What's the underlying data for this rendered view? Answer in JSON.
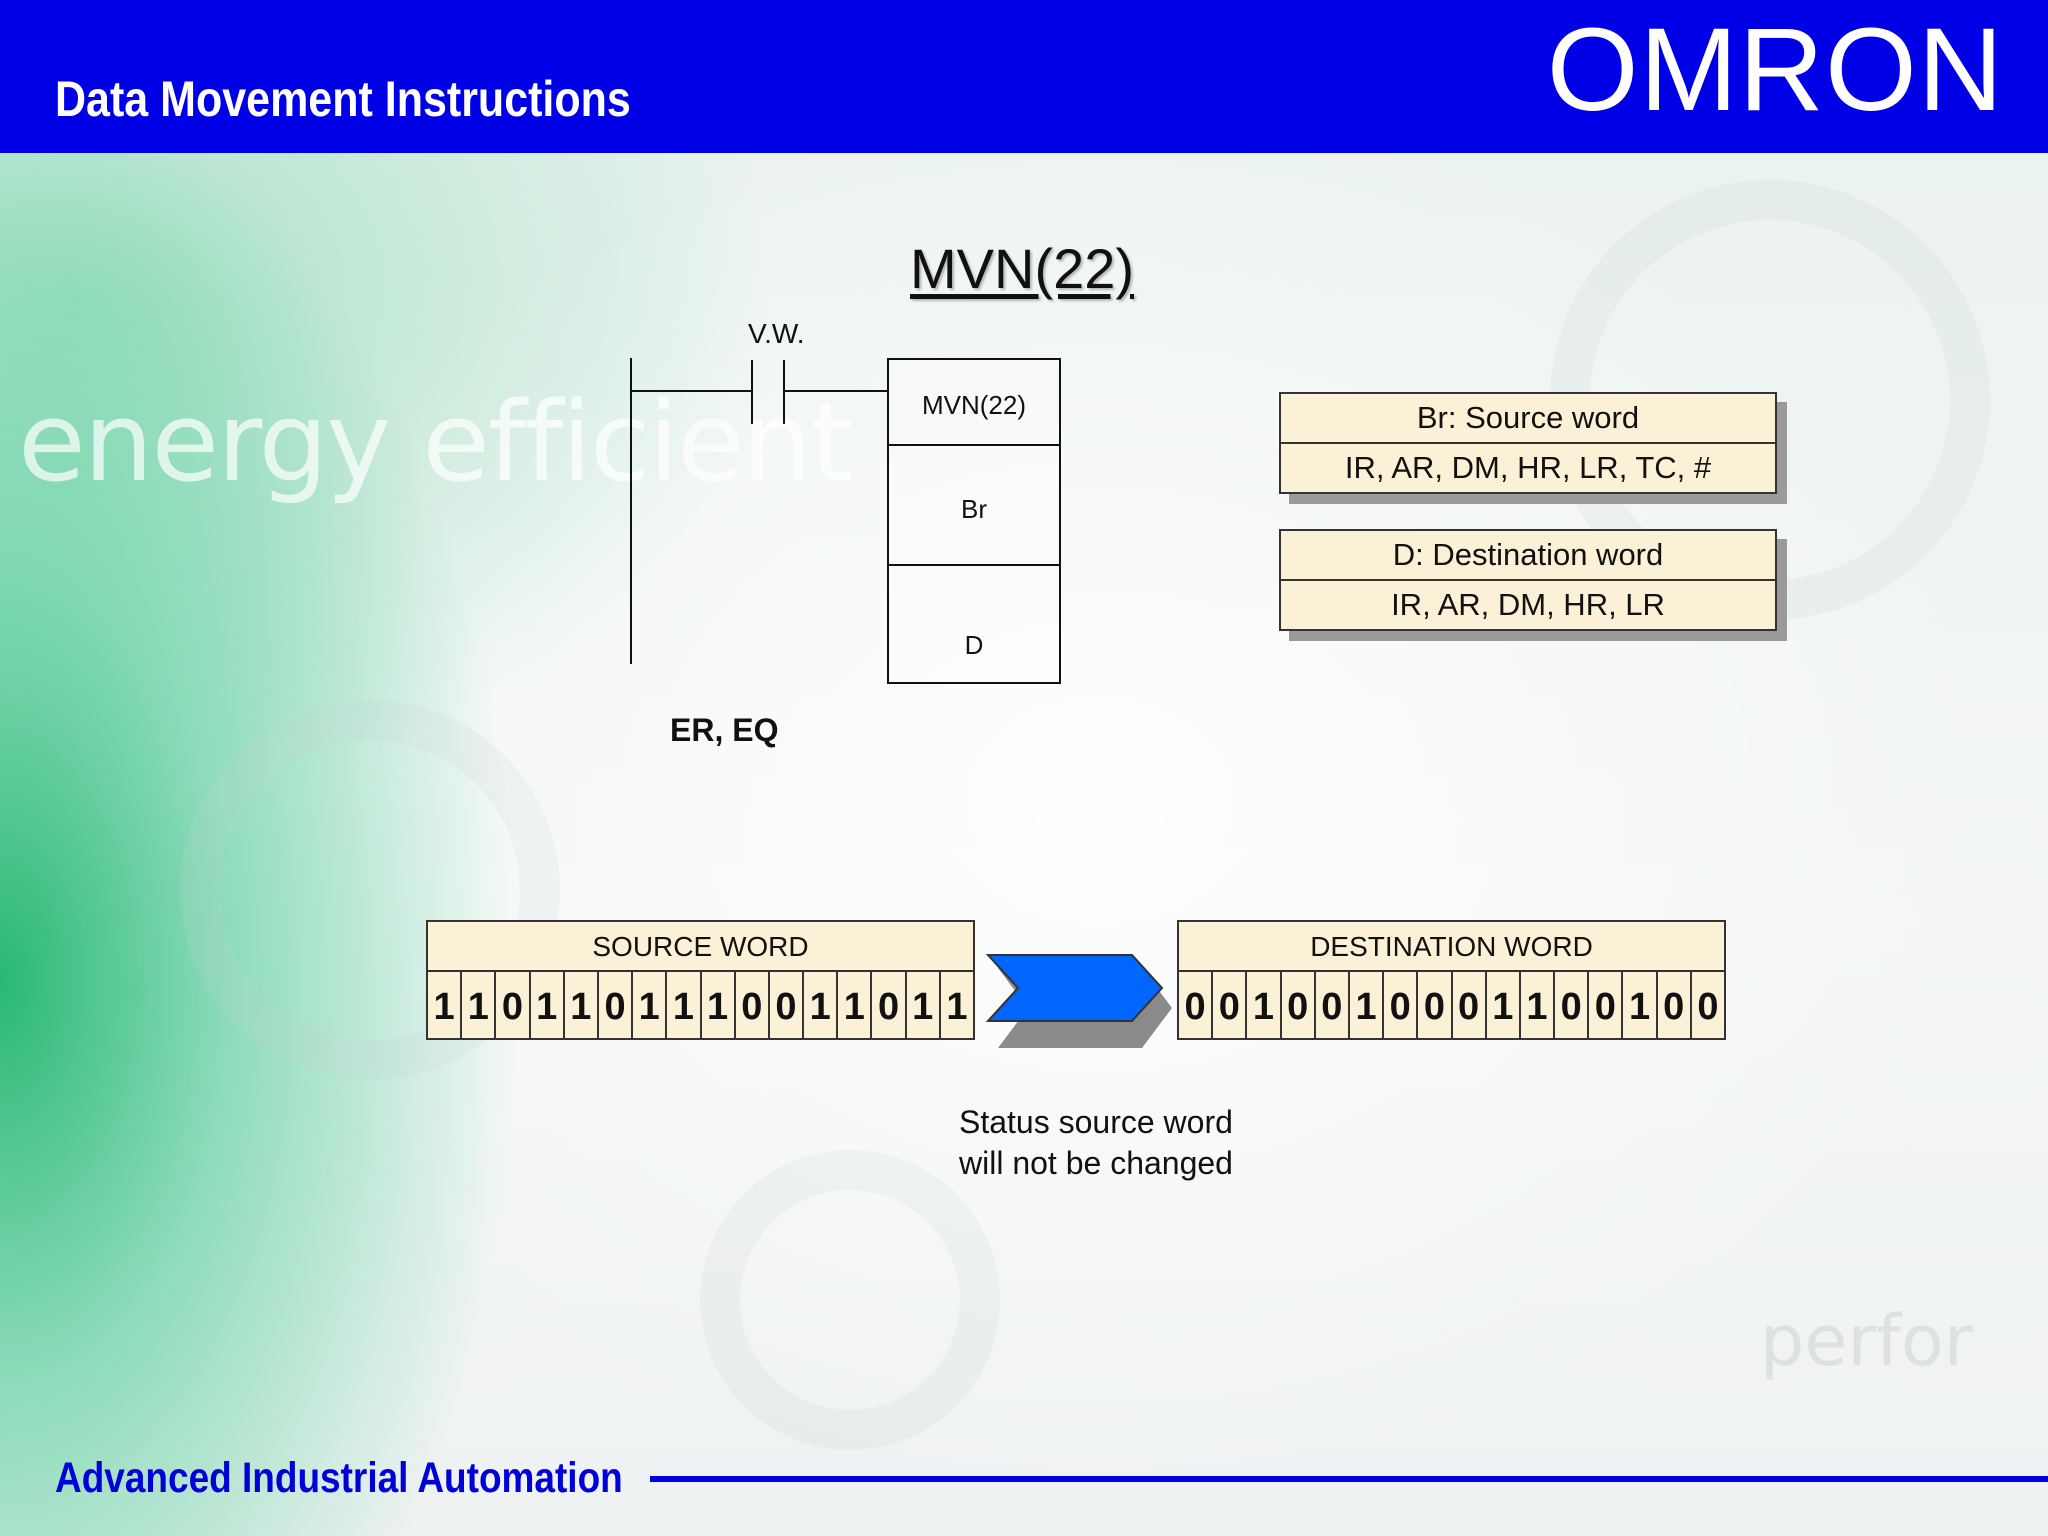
{
  "header": {
    "title": "Data Movement Instructions",
    "logo_text": "OMRON",
    "background_color": "#0000e6"
  },
  "background": {
    "watermark_energy": "energy efficient",
    "watermark_perf": "perfor"
  },
  "main_title": "MVN(22)",
  "ladder": {
    "contact_label": "V.W.",
    "instruction_name": "MVN(22)",
    "operand_1": "Br",
    "operand_2": "D",
    "flags_label": "ER, EQ"
  },
  "operands": [
    {
      "title": "Br: Source word",
      "areas": "IR, AR, DM, HR, LR, TC, #"
    },
    {
      "title": "D: Destination word",
      "areas": "IR, AR, DM, HR, LR"
    }
  ],
  "source_word": {
    "label": "SOURCE WORD",
    "bits": [
      "1",
      "1",
      "0",
      "1",
      "1",
      "0",
      "1",
      "1",
      "1",
      "0",
      "0",
      "1",
      "1",
      "0",
      "1",
      "1"
    ]
  },
  "destination_word": {
    "label": "DESTINATION WORD",
    "bits": [
      "0",
      "0",
      "1",
      "0",
      "0",
      "1",
      "0",
      "0",
      "0",
      "1",
      "1",
      "0",
      "0",
      "1",
      "0",
      "0"
    ]
  },
  "arrow_color": "#0066ff",
  "note": {
    "line1": "Status source word",
    "line2": "will not be changed"
  },
  "footer": {
    "text": "Advanced Industrial Automation",
    "line_color": "#0000e0"
  }
}
